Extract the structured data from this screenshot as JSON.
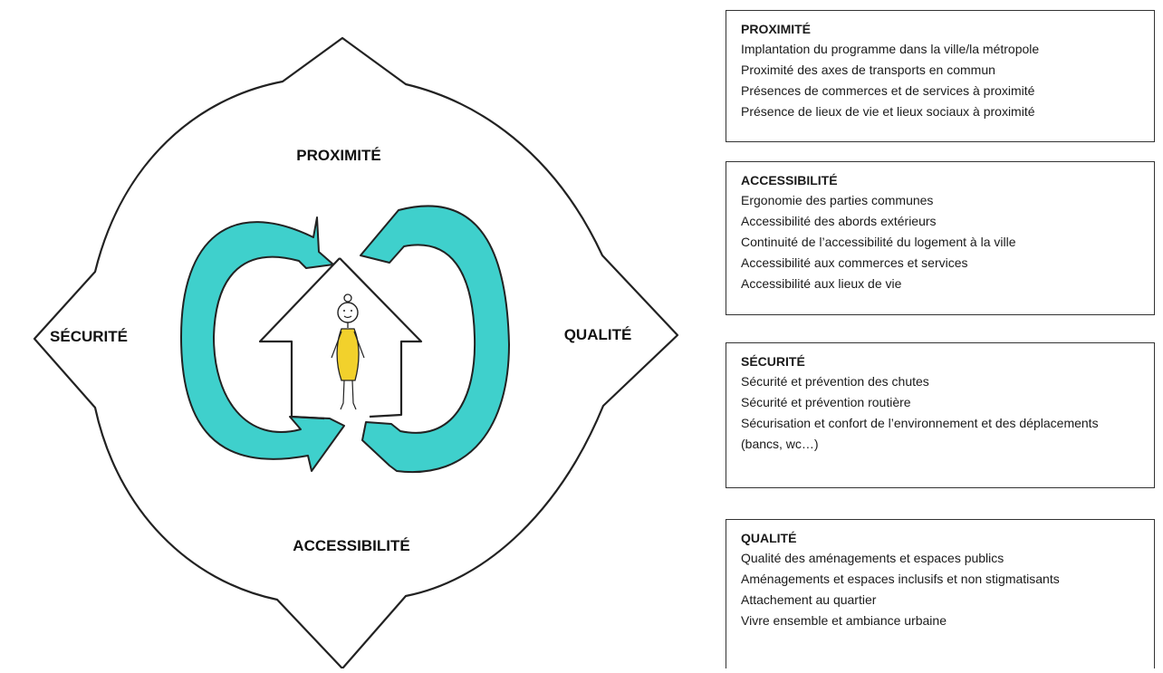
{
  "diagram": {
    "labels": {
      "proximite": "PROXIMITÉ",
      "securite": "SÉCURITÉ",
      "qualite": "QUALITÉ",
      "accessibilite": "ACCESSIBILITÉ"
    },
    "colors": {
      "arrow_fill": "#3fd0cc",
      "figure_dress": "#f2d12c",
      "outline": "#222222"
    }
  },
  "panels": [
    {
      "id": "proximite",
      "title": "PROXIMITÉ",
      "items": [
        "Implantation du programme dans la ville/la métropole",
        "Proximité des axes de transports en commun",
        "Présences de commerces et de services à proximité",
        "Présence de lieux de vie et lieux sociaux à proximité"
      ]
    },
    {
      "id": "accessibilite",
      "title": "ACCESSIBILITÉ",
      "items": [
        "Ergonomie des parties communes",
        "Accessibilité des abords extérieurs",
        "Continuité de l’accessibilité du logement à la ville",
        "Accessibilité aux commerces et services",
        "Accessibilité aux lieux de vie"
      ]
    },
    {
      "id": "securite",
      "title": "SÉCURITÉ",
      "items": [
        "Sécurité et prévention des chutes",
        "Sécurité et prévention routière",
        "Sécurisation et confort de l’environnement et des déplacements (bancs, wc…)"
      ]
    },
    {
      "id": "qualite",
      "title": "QUALITÉ",
      "items": [
        "Qualité des aménagements et espaces publics",
        "Aménagements et espaces inclusifs et non stigmatisants",
        "Attachement au quartier",
        "Vivre ensemble et ambiance urbaine"
      ]
    }
  ]
}
